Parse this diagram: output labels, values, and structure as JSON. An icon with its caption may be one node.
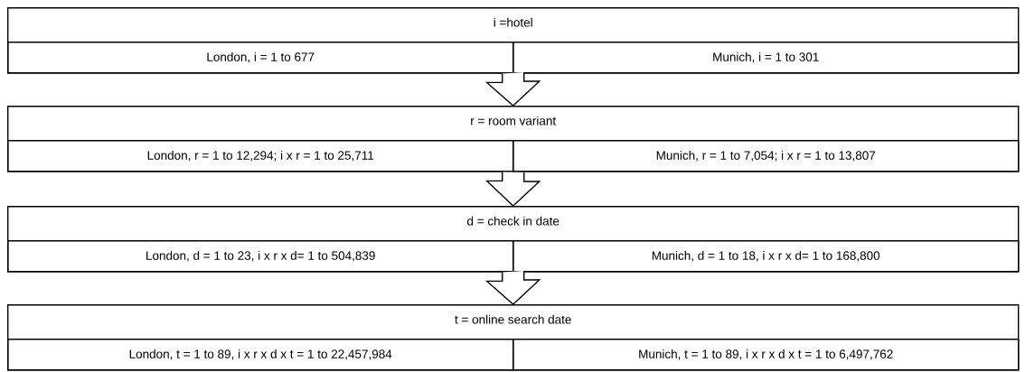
{
  "diagram": {
    "nodes": [
      {
        "text": [
          "i =hotel"
        ]
      },
      {
        "text": [
          "London, i = 1 to 677"
        ],
        "in": 0
      },
      {
        "text": [
          "Munich, i = 1 to 301"
        ],
        "in": 0
      },
      {
        "text": [
          "r = room variant"
        ]
      },
      {
        "text": [
          "London, r = 1 to 12,294; i x r = 1 to 25,711"
        ],
        "in": 3
      },
      {
        "text": [
          "Munich, r = 1 to 7,054; i x r = 1 to 13,807"
        ],
        "in": 3
      },
      {
        "text": [
          "d = check in date"
        ]
      },
      {
        "text": [
          "London, d = 1 to 23, i x r x d= 1 to 504,839"
        ],
        "in": 6
      },
      {
        "text": [
          "Munich, d = 1 to 18, i x r x d= 1 to 168,800"
        ],
        "in": 6
      },
      {
        "text": [
          "t = online search date"
        ]
      },
      {
        "text": [
          "London, t = 1 to 89, i x r x d x t = 1 to 22,457,984"
        ],
        "in": 9
      },
      {
        "text": [
          "Munich, t = 1 to 89,  i x r x d x t = 1 to 6,497,762"
        ],
        "in": 9
      }
    ],
    "edges": [
      {
        "from": 0,
        "to": 3,
        "arrow": "to"
      },
      {
        "from": 3,
        "to": 6,
        "arrow": "to"
      },
      {
        "from": 6,
        "to": 9,
        "arrow": "to"
      }
    ]
  }
}
